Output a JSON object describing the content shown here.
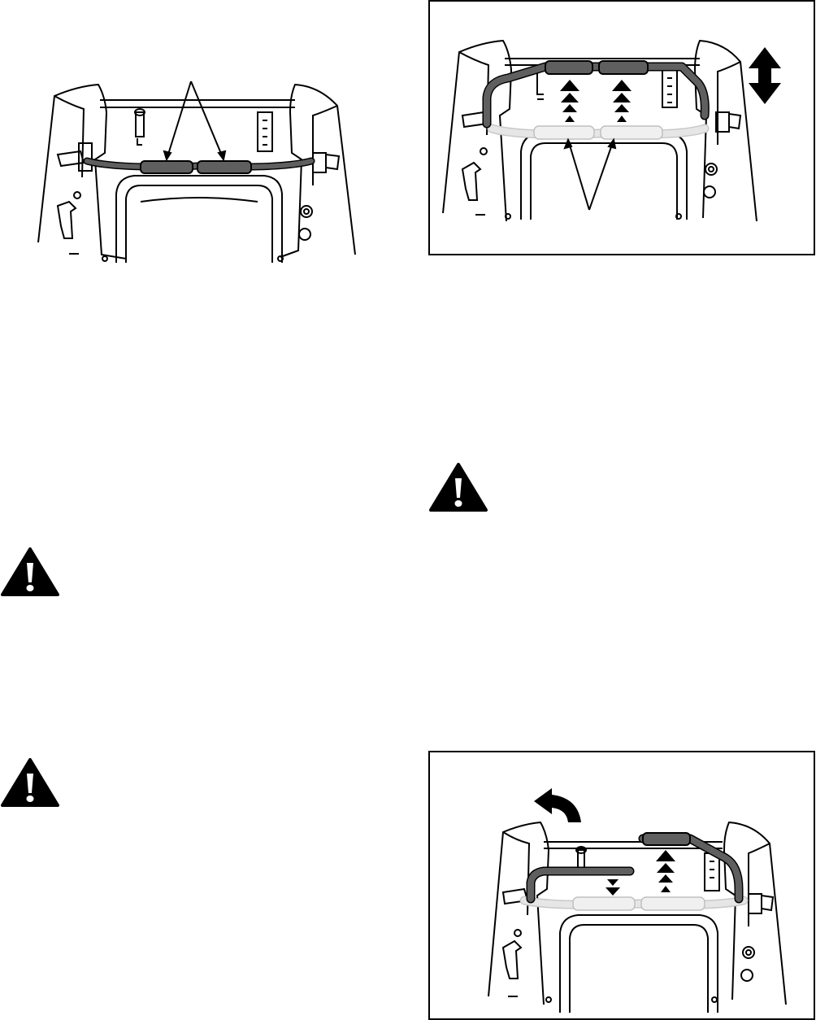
{
  "page": {
    "background": "#ffffff",
    "ink": "#000000"
  },
  "figures": [
    {
      "id": "fig-handlebar-folded",
      "framed": false,
      "callout_count": 2,
      "handle_color": "#5f5f5f"
    },
    {
      "id": "fig-handlebar-raise",
      "framed": true,
      "callout_count": 2,
      "handle_color": "#5f5f5f",
      "ghost_color": "#e6e6e6",
      "motion": "up-down"
    },
    {
      "id": "fig-handlebar-one-side",
      "framed": true,
      "handle_color": "#5f5f5f",
      "ghost_color": "#e6e6e6",
      "motion": "rotate-left"
    }
  ],
  "warnings": [
    {
      "id": "warning-1",
      "icon": "warning-triangle-icon"
    },
    {
      "id": "warning-2",
      "icon": "warning-triangle-icon"
    },
    {
      "id": "warning-3",
      "icon": "warning-triangle-icon"
    }
  ]
}
